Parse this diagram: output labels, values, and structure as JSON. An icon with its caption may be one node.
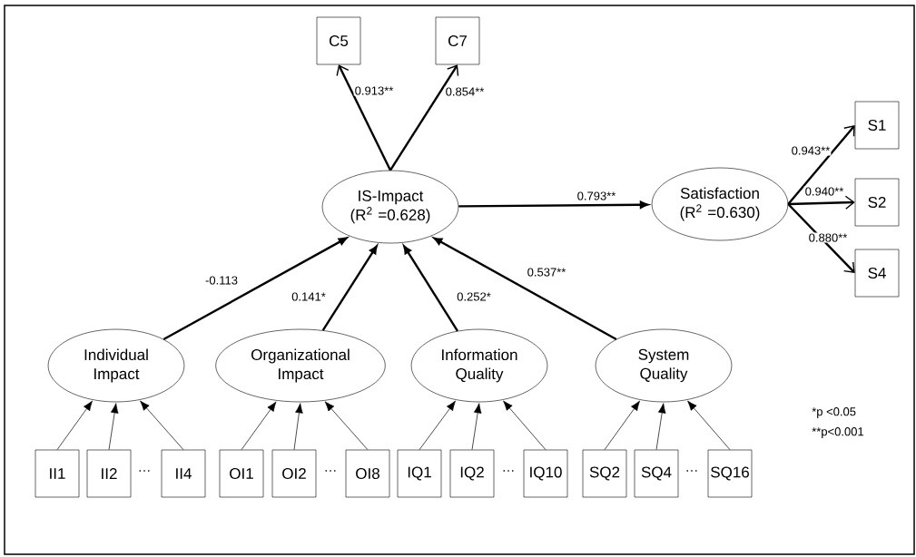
{
  "diagram": {
    "nodes": [
      {
        "text": [
          "C5"
        ]
      },
      {
        "text": [
          "C7"
        ]
      },
      {
        "text": [
          "IS-Impact",
          "(R$^{2}$ =0.628)"
        ]
      },
      {
        "text": [
          "Satisfaction",
          "(R$^{2}$ =0.630)"
        ]
      },
      {
        "text": [
          "S1"
        ]
      },
      {
        "text": [
          "S2"
        ]
      },
      {
        "text": [
          "S4"
        ]
      },
      {
        "text": [
          "Individual Impact"
        ]
      },
      {
        "text": [
          "Organizational Impact"
        ]
      },
      {
        "text": [
          "Information Quality"
        ]
      },
      {
        "text": [
          "System Quality"
        ]
      },
      {
        "text": [
          "II1"
        ]
      },
      {
        "text": [
          "II2"
        ]
      },
      {
        "text": [
          "II4"
        ]
      },
      {
        "text": [
          "OI1"
        ]
      },
      {
        "text": [
          "OI2"
        ]
      },
      {
        "text": [
          "OI8"
        ]
      },
      {
        "text": [
          "IQ1"
        ]
      },
      {
        "text": [
          "IQ2"
        ]
      },
      {
        "text": [
          "IQ10"
        ]
      },
      {
        "text": [
          "SQ2"
        ]
      },
      {
        "text": [
          "SQ4"
        ]
      },
      {
        "text": [
          "SQ16"
        ]
      }
    ],
    "edges": [
      {
        "from": 2,
        "to": 0,
        "arrow": "to",
        "label": "0.913**",
        "style": "thick"
      },
      {
        "from": 2,
        "to": 1,
        "arrow": "to",
        "label": "0.854**",
        "style": "thick"
      },
      {
        "from": 2,
        "to": 3,
        "arrow": "to",
        "label": "0.793**",
        "style": "thick"
      },
      {
        "from": 3,
        "to": 4,
        "arrow": "to",
        "label": "0.943**",
        "style": "thick"
      },
      {
        "from": 3,
        "to": 5,
        "arrow": "to",
        "label": "0.940**",
        "style": "thick"
      },
      {
        "from": 3,
        "to": 6,
        "arrow": "to",
        "label": "0.880**",
        "style": "thick"
      },
      {
        "from": 7,
        "to": 2,
        "arrow": "to",
        "label": "-0.113",
        "style": "thick"
      },
      {
        "from": 8,
        "to": 2,
        "arrow": "to",
        "label": "0.141*",
        "style": "thick"
      },
      {
        "from": 9,
        "to": 2,
        "arrow": "to",
        "label": "0.252*",
        "style": "thick"
      },
      {
        "from": 10,
        "to": 2,
        "arrow": "to",
        "label": "0.537**",
        "style": "thick"
      },
      {
        "from": 11,
        "to": 7,
        "arrow": "to"
      },
      {
        "from": 12,
        "to": 7,
        "arrow": "to"
      },
      {
        "from": 13,
        "to": 7,
        "arrow": "to"
      },
      {
        "from": 14,
        "to": 8,
        "arrow": "to"
      },
      {
        "from": 15,
        "to": 8,
        "arrow": "to"
      },
      {
        "from": 16,
        "to": 8,
        "arrow": "to"
      },
      {
        "from": 17,
        "to": 9,
        "arrow": "to"
      },
      {
        "from": 18,
        "to": 9,
        "arrow": "to"
      },
      {
        "from": 19,
        "to": 9,
        "arrow": "to"
      },
      {
        "from": 20,
        "to": 10,
        "arrow": "to"
      },
      {
        "from": 21,
        "to": 10,
        "arrow": "to"
      },
      {
        "from": 22,
        "to": 10,
        "arrow": "to"
      }
    ],
    "labels": [
      "…",
      "…",
      "…",
      "…",
      "*p <0.05",
      "**p<0.001"
    ]
  }
}
